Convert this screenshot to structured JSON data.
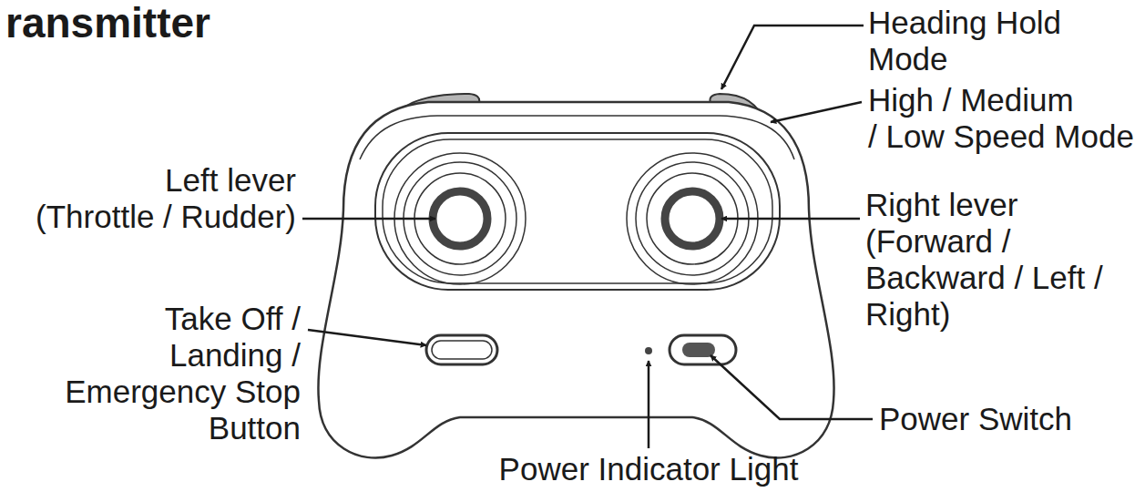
{
  "diagram": {
    "title": "ransmitter",
    "labels": [
      "Heading Hold Mode",
      "High / Medium / Low Speed Mode",
      "Left lever (Throttle / Rudder)",
      "Right lever (Forward / Backward / Left / Right)",
      "Take Off / Landing / Emergency Stop Button",
      "Power Indicator Light",
      "Power Switch"
    ]
  }
}
